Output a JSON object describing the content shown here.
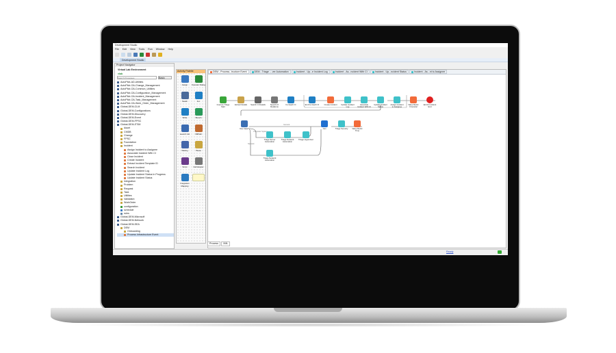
{
  "window": {
    "title": "Development Studio",
    "menu": [
      "File",
      "Edit",
      "View",
      "Tools",
      "Run",
      "Window",
      "Help"
    ],
    "perspective": "Development Studio"
  },
  "navigator": {
    "title": "Project Navigator",
    "environment": "Virtual Lab Environment",
    "user": "vlab",
    "search_placeholder": "Search Processes",
    "search_scope": "Basic",
    "items": [
      {
        "label": "AutoPilot-AD-Utilities",
        "level": 0,
        "icon": "project"
      },
      {
        "label": "AutoPilot-OA-Change_Management",
        "level": 0,
        "icon": "project"
      },
      {
        "label": "AutoPilot-OA-Common_Utilities",
        "level": 0,
        "icon": "project"
      },
      {
        "label": "AutoPilot-OA-Configuration_Management",
        "level": 0,
        "icon": "project"
      },
      {
        "label": "AutoPilot-OA-Incident_Management",
        "level": 0,
        "icon": "project"
      },
      {
        "label": "AutoPilot-OA-Task_Management",
        "level": 0,
        "icon": "project"
      },
      {
        "label": "AutoPilot-OA-Work_Order_Management",
        "level": 0,
        "icon": "project"
      },
      {
        "label": "Global-DEM-CLM",
        "level": 0,
        "icon": "project"
      },
      {
        "label": "Global-DEM-Configurations",
        "level": 0,
        "icon": "project"
      },
      {
        "label": "Global-DEM-Discovery",
        "level": 0,
        "icon": "project"
      },
      {
        "label": "Global-DEM-Event",
        "level": 0,
        "icon": "project"
      },
      {
        "label": "Global-DEM-FPSC",
        "level": 0,
        "icon": "project"
      },
      {
        "label": "Global-DEM-ITSM",
        "level": 0,
        "icon": "project"
      },
      {
        "label": "Asset",
        "level": 1,
        "icon": "folder"
      },
      {
        "label": "CMDB",
        "level": 1,
        "icon": "folder"
      },
      {
        "label": "Change",
        "level": 1,
        "icon": "folder"
      },
      {
        "label": "FPSC",
        "level": 1,
        "icon": "folder"
      },
      {
        "label": "Foundation",
        "level": 1,
        "icon": "folder"
      },
      {
        "label": "Incident",
        "level": 1,
        "icon": "folder"
      },
      {
        "label": "Assign Incident to Assignee",
        "level": 2,
        "icon": "process"
      },
      {
        "label": "Associate Incident With CI",
        "level": 2,
        "icon": "process"
      },
      {
        "label": "Close Incident",
        "level": 2,
        "icon": "process"
      },
      {
        "label": "Create Incident",
        "level": 2,
        "icon": "process"
      },
      {
        "label": "Extract Incident Template ID",
        "level": 2,
        "icon": "process"
      },
      {
        "label": "Search Incident",
        "level": 2,
        "icon": "process"
      },
      {
        "label": "Update Incident Log",
        "level": 2,
        "icon": "process"
      },
      {
        "label": "Update Incident Status In Progress",
        "level": 2,
        "icon": "process"
      },
      {
        "label": "Update Incident Status",
        "level": 2,
        "icon": "process"
      },
      {
        "label": "Integration",
        "level": 1,
        "icon": "folder"
      },
      {
        "label": "Problem",
        "level": 1,
        "icon": "folder"
      },
      {
        "label": "Request",
        "level": 1,
        "icon": "folder"
      },
      {
        "label": "Task",
        "level": 1,
        "icon": "folder"
      },
      {
        "label": "Utilities",
        "level": 1,
        "icon": "folder"
      },
      {
        "label": "Validation",
        "level": 1,
        "icon": "folder"
      },
      {
        "label": "WorkOrder",
        "level": 1,
        "icon": "folder"
      },
      {
        "label": "configuration",
        "level": 1,
        "icon": "config"
      },
      {
        "label": "schedule",
        "level": 1,
        "icon": "schedule"
      },
      {
        "label": "rules",
        "level": 1,
        "icon": "rules"
      },
      {
        "label": "Global-DEM-Microsoft",
        "level": 0,
        "icon": "project"
      },
      {
        "label": "Global-DEM-Network",
        "level": 0,
        "icon": "project"
      },
      {
        "label": "Global-DEM-SEA",
        "level": 0,
        "icon": "project"
      },
      {
        "label": "DEM",
        "level": 1,
        "icon": "folder"
      },
      {
        "label": "Onboarding",
        "level": 2,
        "icon": "folder"
      },
      {
        "label": "Process Infrastructure Event",
        "level": 2,
        "icon": "process",
        "selected": true
      }
    ]
  },
  "palette": {
    "title": "Activity Palette",
    "items": [
      "Assign",
      "Operator Dialog",
      "Switch",
      "For",
      "While",
      "Branch",
      "Launch Job",
      "XMPath",
      "Waiting",
      "Pause",
      "Script",
      "Call Adapter",
      "Integration Mapping",
      ""
    ]
  },
  "editor": {
    "tabs": [
      "DEM - Process...tructure Event",
      "DEM - Triage ... ver Automation",
      "Incident - Up...e Incident Log",
      "Incident - As...ncident With CI",
      "Incident - Up...ncident Status",
      "Incident - As...nt to Assignee"
    ],
    "nodes": [
      {
        "label": "Improve Triage Start",
        "color": "#3aa63a"
      },
      {
        "label": "Extract Details",
        "color": "#c9a24a"
      },
      {
        "label": "Search CI Details",
        "color": "#666666"
      },
      {
        "label": "Search CI Relations",
        "color": "#777777"
      },
      {
        "label": "For Each CI",
        "color": "#1f7fc4"
      },
      {
        "label": "End For Each CI",
        "color": "#1f7fc4"
      },
      {
        "label": "Create Incident",
        "color": "#f26b3a"
      },
      {
        "label": "Update Incident Log",
        "color": "#3fc1c9"
      },
      {
        "label": "Associate Incident With CI",
        "color": "#3fc1c9"
      },
      {
        "label": "Update Incident Status",
        "color": "#3fc1c9"
      },
      {
        "label": "Assign Incident to Assignee",
        "color": "#3fc1c9"
      },
      {
        "label": "Value Metric Financial",
        "color": "#f26b3a"
      },
      {
        "label": "Enrich Incident End",
        "color": "#e02020"
      },
      {
        "label": "Use Case?",
        "color": "#3b6fb3"
      },
      {
        "label": "Join",
        "color": "#1f6fd0"
      },
      {
        "label": "Triage Security",
        "color": "#3fc1c9"
      },
      {
        "label": "Value Metric Time",
        "color": "#f26b3a"
      },
      {
        "label": "Triage Server Automation",
        "color": "#3fc1c9"
      },
      {
        "label": "Triage Network Automation",
        "color": "#3fc1c9"
      },
      {
        "label": "Triage Hypervisor",
        "color": "#3fc1c9"
      },
      {
        "label": "Triage Network Automation",
        "color": "#3fc1c9"
      }
    ],
    "branch_labels": [
      "General",
      "Computer System",
      "Network"
    ],
    "bottom_tabs": [
      "Process",
      "XML"
    ]
  },
  "status": {
    "link": "Ready"
  }
}
